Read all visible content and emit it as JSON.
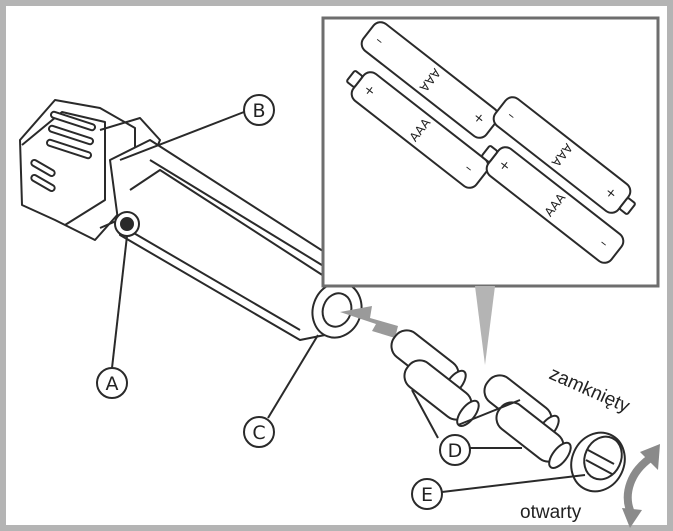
{
  "labels": {
    "a": "A",
    "b": "B",
    "c": "C",
    "d": "D",
    "e": "E"
  },
  "battery": {
    "type_label": "AAA",
    "plus": "+",
    "minus": "–"
  },
  "cap": {
    "closed_label": "zamknięty",
    "open_label": "otwarty"
  },
  "colors": {
    "frame_border": "#b4b4b4",
    "line": "#2a2a2a",
    "arrow": "#9a9a9a",
    "fill": "#ffffff"
  }
}
